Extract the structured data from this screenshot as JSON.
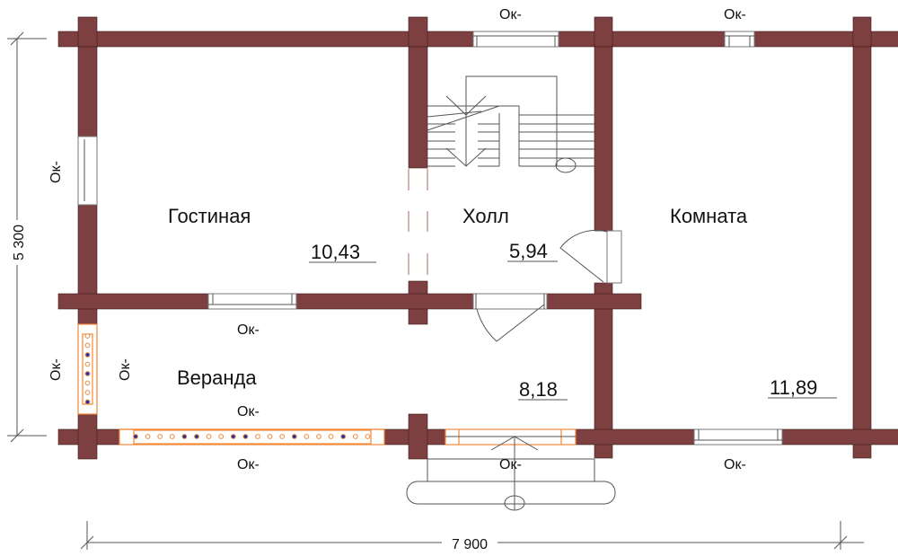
{
  "title": "Floor plan",
  "colors": {
    "wall": "#7d3f40",
    "glazing": "#f0883a",
    "line": "#555555"
  },
  "rooms": [
    {
      "name": "Гостиная",
      "area": "10,43"
    },
    {
      "name": "Холл",
      "area": "5,94"
    },
    {
      "name": "Комната",
      "area": "11,89"
    },
    {
      "name": "Веранда",
      "area": "8,18"
    }
  ],
  "window_label": "Ок-",
  "dimensions": {
    "width": "7 900",
    "height": "5 300"
  }
}
